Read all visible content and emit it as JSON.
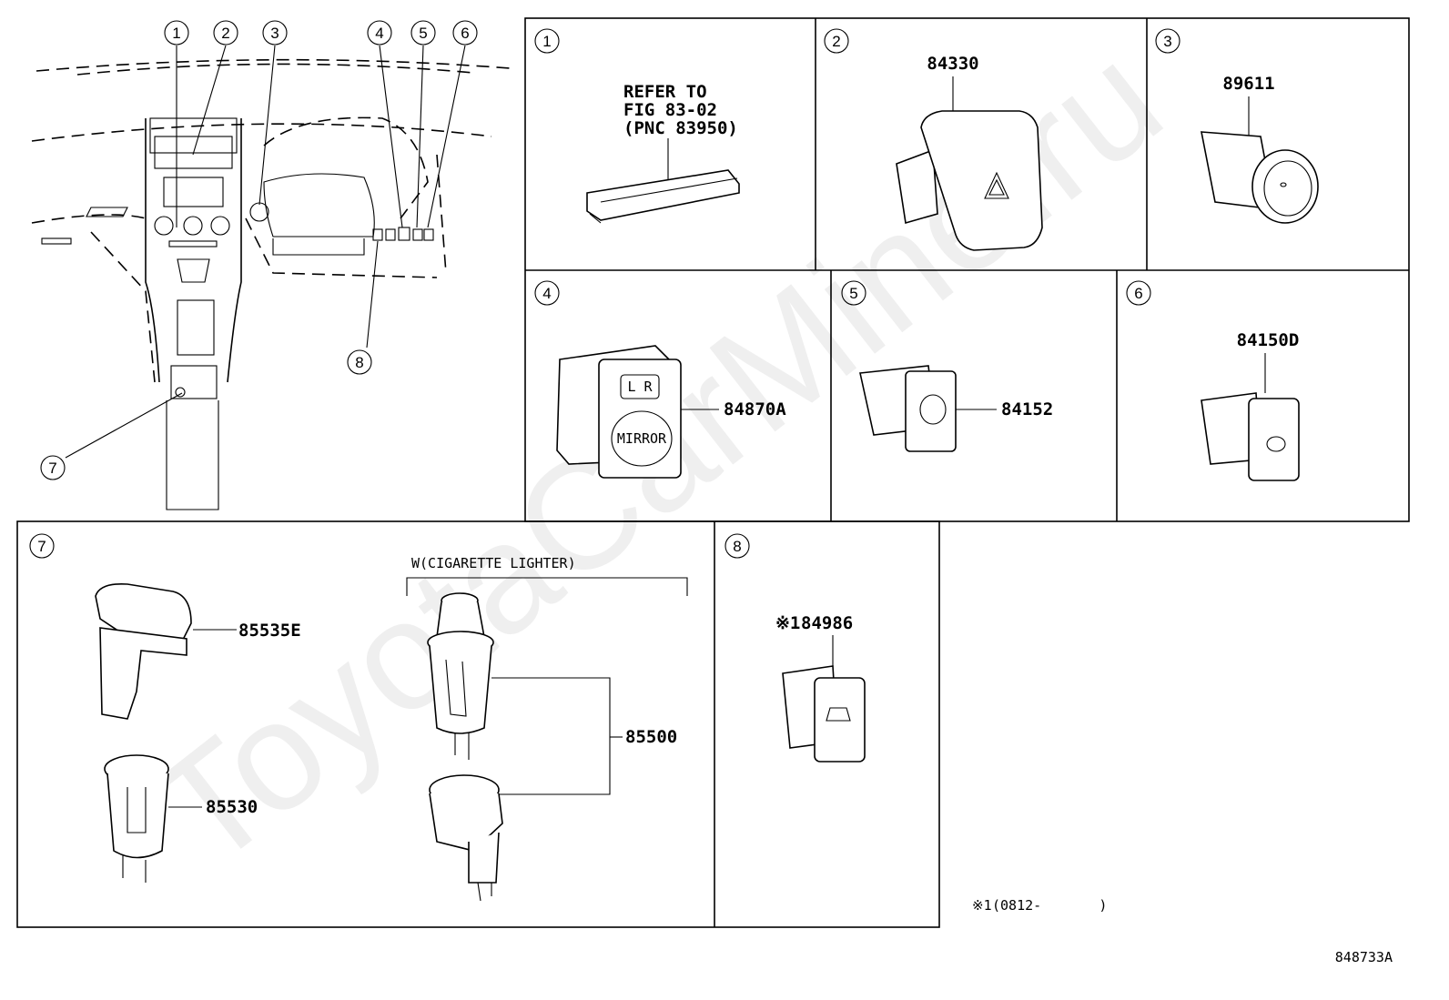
{
  "watermark": "ToyotaCarMine.ru",
  "figure_code": "848733A",
  "overview_callouts": [
    "1",
    "2",
    "3",
    "4",
    "5",
    "6",
    "7",
    "8"
  ],
  "panels": [
    {
      "id": "1",
      "refer_lines": [
        "REFER TO",
        "FIG 83-02",
        "(PNC 83950)"
      ]
    },
    {
      "id": "2",
      "part": "84330"
    },
    {
      "id": "3",
      "part": "89611"
    },
    {
      "id": "4",
      "part": "84870A",
      "label_lr": "L  R",
      "label_mirror": "MIRROR"
    },
    {
      "id": "5",
      "part": "84152"
    },
    {
      "id": "6",
      "part": "84150D"
    },
    {
      "id": "7",
      "parts": [
        "85535E",
        "85530",
        "85500"
      ],
      "group_label": "W(CIGARETTE LIGHTER)"
    },
    {
      "id": "8",
      "part": "84986",
      "marker": "※1"
    }
  ],
  "footnote": {
    "marker": "※1",
    "text": "(0812-       )"
  }
}
